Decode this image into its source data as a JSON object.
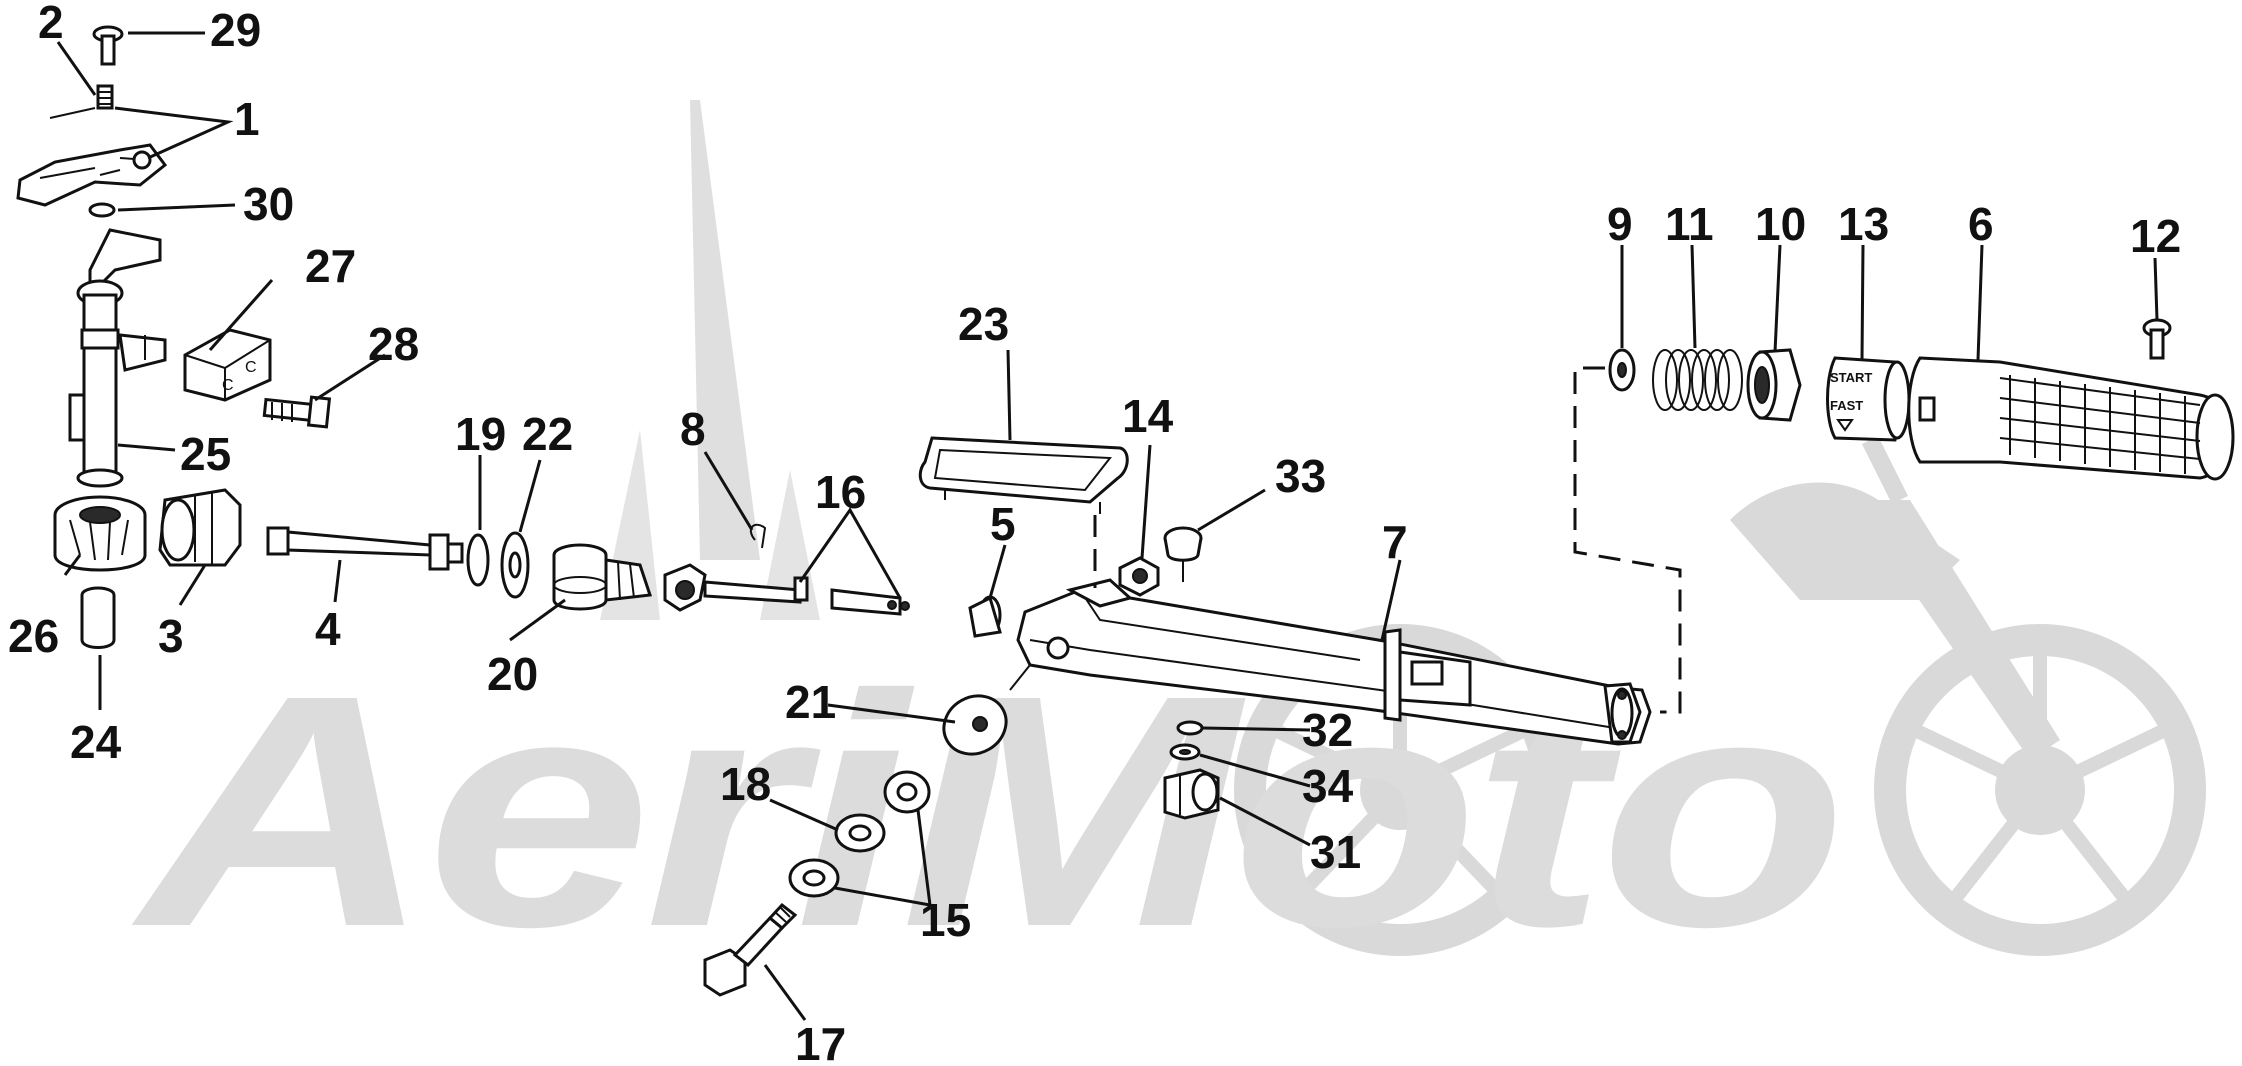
{
  "diagram": {
    "callouts": [
      {
        "id": "c1",
        "label": "1"
      },
      {
        "id": "c2",
        "label": "2"
      },
      {
        "id": "c3",
        "label": "3"
      },
      {
        "id": "c4",
        "label": "4"
      },
      {
        "id": "c5",
        "label": "5"
      },
      {
        "id": "c6",
        "label": "6"
      },
      {
        "id": "c7",
        "label": "7"
      },
      {
        "id": "c8",
        "label": "8"
      },
      {
        "id": "c9",
        "label": "9"
      },
      {
        "id": "c10",
        "label": "10"
      },
      {
        "id": "c11",
        "label": "11"
      },
      {
        "id": "c12",
        "label": "12"
      },
      {
        "id": "c13",
        "label": "13"
      },
      {
        "id": "c14",
        "label": "14"
      },
      {
        "id": "c15",
        "label": "15"
      },
      {
        "id": "c16",
        "label": "16"
      },
      {
        "id": "c17",
        "label": "17"
      },
      {
        "id": "c18",
        "label": "18"
      },
      {
        "id": "c19",
        "label": "19"
      },
      {
        "id": "c20",
        "label": "20"
      },
      {
        "id": "c21",
        "label": "21"
      },
      {
        "id": "c22",
        "label": "22"
      },
      {
        "id": "c23",
        "label": "23"
      },
      {
        "id": "c24",
        "label": "24"
      },
      {
        "id": "c25",
        "label": "25"
      },
      {
        "id": "c26",
        "label": "26"
      },
      {
        "id": "c27",
        "label": "27"
      },
      {
        "id": "c28",
        "label": "28"
      },
      {
        "id": "c29",
        "label": "29"
      },
      {
        "id": "c30",
        "label": "30"
      },
      {
        "id": "c31",
        "label": "31"
      },
      {
        "id": "c32",
        "label": "32"
      },
      {
        "id": "c33",
        "label": "33"
      },
      {
        "id": "c34",
        "label": "34"
      }
    ],
    "grip_markings": {
      "start": "START",
      "fast": "FAST"
    },
    "watermark": {
      "text": "AeriMoto"
    },
    "colors": {
      "ink": "#111111",
      "watermark": "#d9d9d9",
      "background": "#ffffff"
    }
  }
}
